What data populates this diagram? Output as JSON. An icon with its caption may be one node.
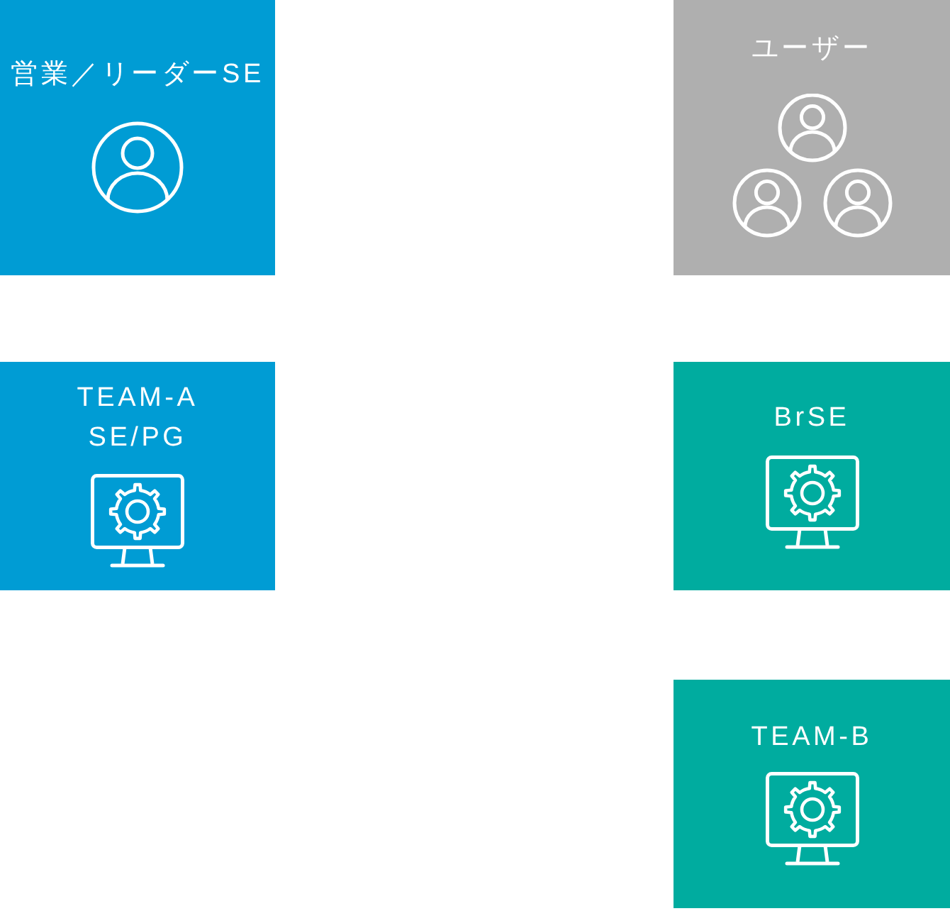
{
  "diagram": {
    "nodes": [
      {
        "text": [
          "営業／リーダーSE"
        ]
      },
      {
        "text": [
          "ユーザー"
        ]
      },
      {
        "text": [
          "TEAM-A SE/PG"
        ]
      },
      {
        "text": [
          "BrSE"
        ]
      },
      {
        "text": [
          "TEAM-B"
        ]
      }
    ]
  }
}
